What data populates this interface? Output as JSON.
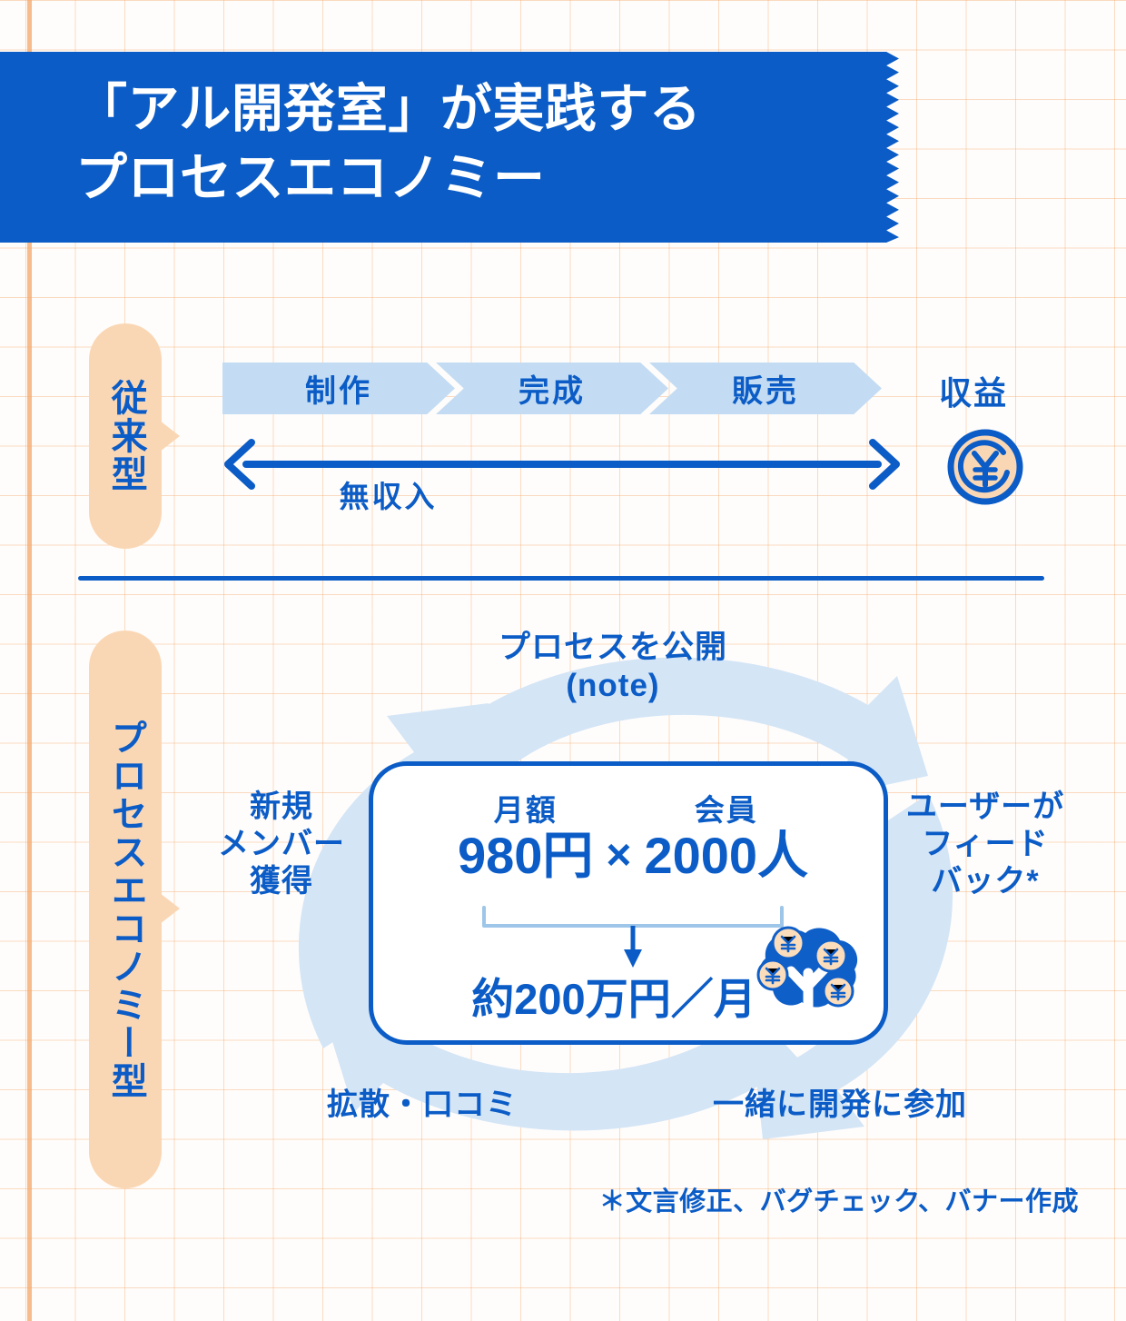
{
  "colors": {
    "brand_blue": "#0b5cc6",
    "light_blue": "#c3dcf3",
    "pale_blue": "#d9e8f7",
    "peach": "#fad7b4",
    "grid_orange": "#f4a96e",
    "paper": "#fffdfb"
  },
  "title": {
    "line1": "「アル開発室」が実践する",
    "line2": "プロセスエコノミー"
  },
  "legacy_section": {
    "pill_label": "従来型",
    "steps": [
      "制作",
      "完成",
      "販売"
    ],
    "revenue_label": "収益",
    "coin_icon": "yen-coin-icon",
    "span_label": "無収入"
  },
  "process_section": {
    "pill_label": "プロセスエコノミー型",
    "cycle_labels": {
      "top": "プロセスを公開",
      "top_sub": "(note)",
      "right": "ユーザーが\nフィード\nバック*",
      "right_lines": [
        "ユーザーが",
        "フィード",
        "バック*"
      ],
      "bottom_right": "一緒に開発に参加",
      "bottom_left": "拡散・口コミ",
      "left_lines": [
        "新規",
        "メンバー",
        "獲得"
      ]
    },
    "calc": {
      "left_caption": "月額",
      "left_value": "980円",
      "operator": "×",
      "right_caption": "会員",
      "right_value": "2000人",
      "result": "約200万円／月",
      "tree_icon": "money-tree-icon"
    }
  },
  "footnote": "＊文言修正、バグチェック、バナー作成",
  "chart_data": {
    "type": "diagram",
    "title": "「アル開発室」が実践するプロセスエコノミー",
    "comparison": [
      {
        "model": "従来型",
        "stages": [
          "制作",
          "完成",
          "販売"
        ],
        "outcome": "収益",
        "note": "無収入"
      },
      {
        "model": "プロセスエコノミー型",
        "cycle": [
          "プロセスを公開 (note)",
          "ユーザーがフィードバック*",
          "一緒に開発に参加",
          "拡散・口コミ",
          "新規メンバー獲得"
        ],
        "formula": {
          "price_yen_per_month": 980,
          "members": 2000,
          "result": "約200万円／月"
        }
      }
    ]
  }
}
